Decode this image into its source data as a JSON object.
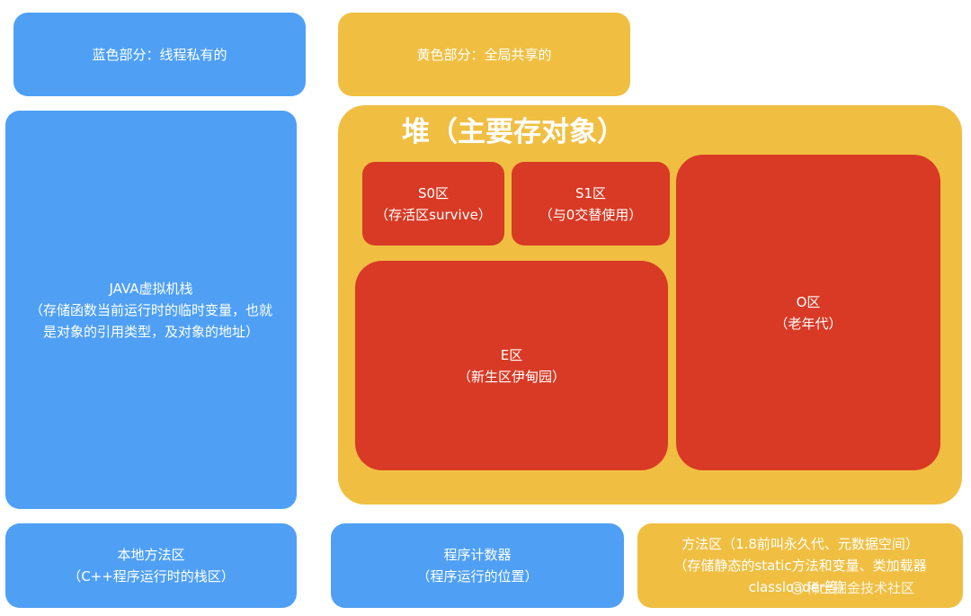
{
  "legend": {
    "blue": "蓝色部分：线程私有的",
    "yellow": "黄色部分：全局共享的"
  },
  "jvm_stack": {
    "lines": [
      "JAVA虚拟机栈",
      "（存储函数当前运行时的临时变量，也就",
      "是对象的引用类型，及对象的地址）"
    ]
  },
  "heap": {
    "title": "堆（主要存对象）",
    "s0": [
      "S0区",
      "（存活区survive）"
    ],
    "s1": [
      "S1区",
      "（与0交替使用）"
    ],
    "eden": [
      "E区",
      "（新生区伊甸园）"
    ],
    "old": [
      "O区",
      "（老年代）"
    ]
  },
  "native_stack": [
    "本地方法区",
    "（C++程序运行时的栈区）"
  ],
  "program_counter": [
    "程序计数器",
    "（程序运行的位置）"
  ],
  "method_area": [
    "方法区（1.8前叫永久代、元数据空间）",
    "（存储静态的static方法和变量、类加载器",
    "classloader等）"
  ],
  "watermark": "稀土掘金技术社区",
  "colors": {
    "thread_private": "#4fa0f5",
    "global_shared": "#f0bf42",
    "heap_region": "#d83a25",
    "text": "#ffffff"
  }
}
